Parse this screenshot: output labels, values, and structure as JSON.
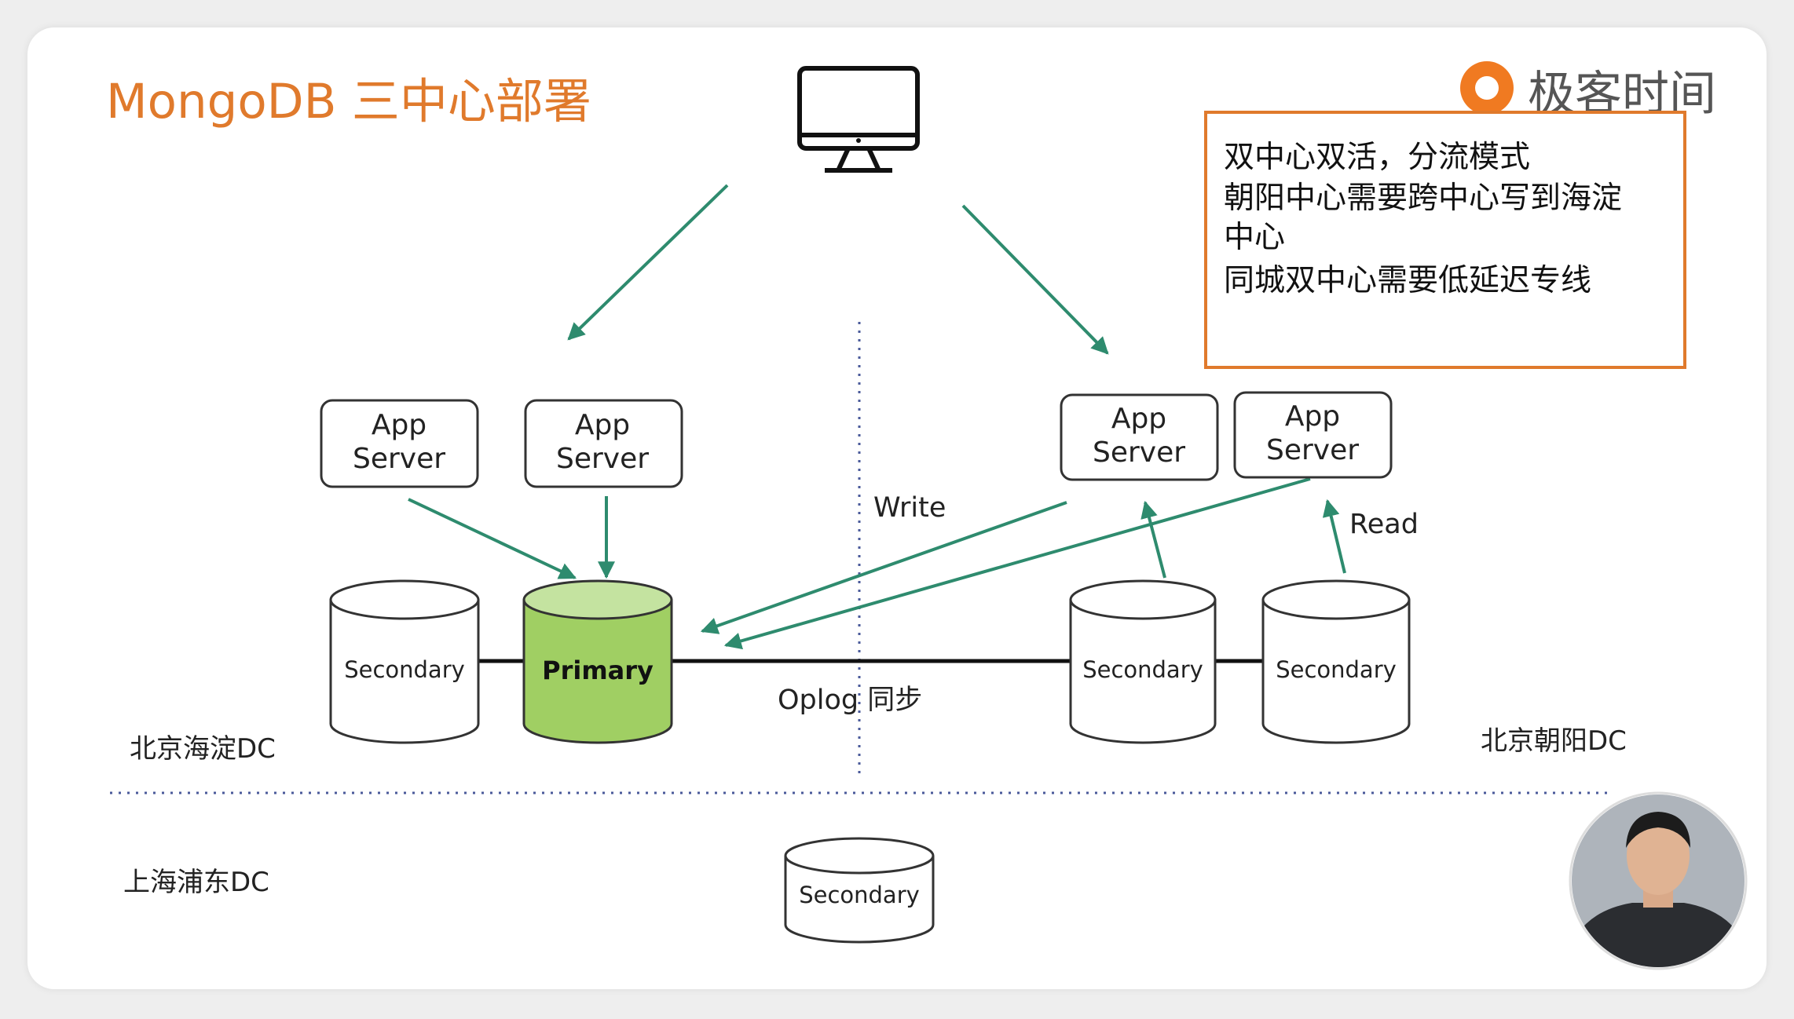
{
  "title": "MongoDB 三中心部署",
  "logo": {
    "text": "极客时间",
    "icon": "geektime-logo-icon",
    "accent_color": "#f07a21"
  },
  "client_icon": "desktop-monitor-icon",
  "note_box": {
    "lines": [
      "双中心双活，分流模式",
      "朝阳中心需要跨中心写到海淀",
      "中心",
      "同城双中心需要低延迟专线"
    ],
    "border_color": "#e07a2c"
  },
  "app_servers": [
    {
      "line1": "App",
      "line2": "Server"
    },
    {
      "line1": "App",
      "line2": "Server"
    },
    {
      "line1": "App",
      "line2": "Server"
    },
    {
      "line1": "App",
      "line2": "Server"
    }
  ],
  "nodes": {
    "haidian_secondary": "Secondary",
    "primary": "Primary",
    "chaoyang_secondary_1": "Secondary",
    "chaoyang_secondary_2": "Secondary",
    "pudong_secondary": "Secondary"
  },
  "labels": {
    "write": "Write",
    "read": "Read",
    "oplog": "Oplog 同步"
  },
  "data_centers": {
    "haidian": "北京海淀DC",
    "chaoyang": "北京朝阳DC",
    "pudong": "上海浦东DC"
  },
  "colors": {
    "arrow": "#2e8b6e",
    "primary_fill": "#a0cf63",
    "primary_top": "#c4e3a0",
    "title": "#e07a2c"
  },
  "presenter_avatar": "presenter-video-avatar"
}
